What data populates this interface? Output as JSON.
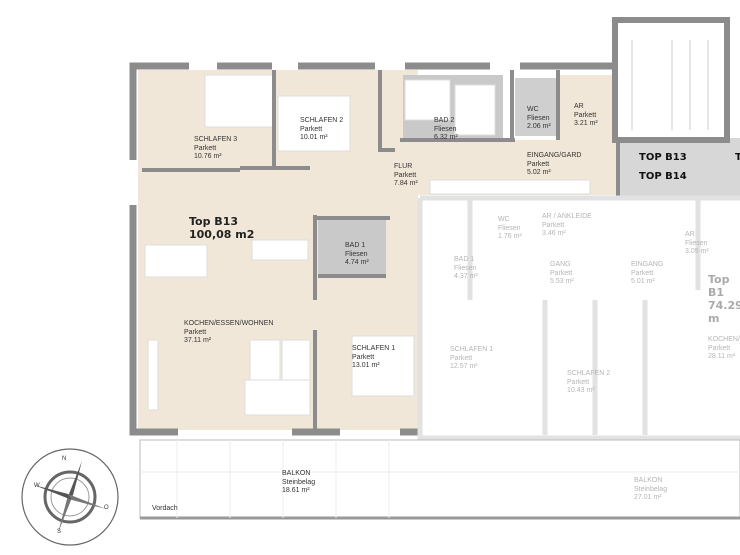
{
  "unit_b13": {
    "name": "Top B13",
    "area": "100,08 m2"
  },
  "unit_b14": {
    "name": "Top B1",
    "area": "74.29 m"
  },
  "entrance_tags": [
    "TOP B13",
    "TOP B14",
    "T"
  ],
  "rooms_b13": [
    {
      "name": "SCHLAFEN 3",
      "floor": "Parkett",
      "area": "10.76 m²"
    },
    {
      "name": "SCHLAFEN 2",
      "floor": "Parkett",
      "area": "10.01 m²"
    },
    {
      "name": "BAD 2",
      "floor": "Fliesen",
      "area": "6.32 m²"
    },
    {
      "name": "WC",
      "floor": "Fliesen",
      "area": "2.06 m²"
    },
    {
      "name": "AR",
      "floor": "Parkett",
      "area": "3.21 m²"
    },
    {
      "name": "FLUR",
      "floor": "Parkett",
      "area": "7.84 m²"
    },
    {
      "name": "EINGANG/GARD",
      "floor": "Parkett",
      "area": "5.02 m²"
    },
    {
      "name": "BAD 1",
      "floor": "Fliesen",
      "area": "4.74 m²"
    },
    {
      "name": "KOCHEN/ESSEN/WOHNEN",
      "floor": "Parkett",
      "area": "37.11 m²"
    },
    {
      "name": "SCHLAFEN 1",
      "floor": "Parkett",
      "area": "13.01 m²"
    },
    {
      "name": "BALKON",
      "floor": "Steinbelag",
      "area": "18.61 m²"
    }
  ],
  "rooms_b14": [
    {
      "name": "WC",
      "floor": "Fliesen",
      "area": "1.76 m²"
    },
    {
      "name": "AR / ANKLEIDE",
      "floor": "Parkett",
      "area": "3.46 m²"
    },
    {
      "name": "AR",
      "floor": "Fliesen",
      "area": "3.05 m²"
    },
    {
      "name": "BAD 1",
      "floor": "Fliesen",
      "area": "4.37 m²"
    },
    {
      "name": "GANG",
      "floor": "Parkett",
      "area": "5.53 m²"
    },
    {
      "name": "EINGANG",
      "floor": "Parkett",
      "area": "5.01 m²"
    },
    {
      "name": "KOCHEN/",
      "floor": "Parkett",
      "area": "28.11 m²"
    },
    {
      "name": "SCHLAFEN 1",
      "floor": "Parkett",
      "area": "12.57 m²"
    },
    {
      "name": "SCHLAFEN 2",
      "floor": "Parkett",
      "area": "10.43 m²"
    },
    {
      "name": "BALKON",
      "floor": "Steinbelag",
      "area": "27.01 m²"
    }
  ],
  "vordach": "Vordach",
  "compass": {
    "n": "N",
    "o": "O",
    "s": "S",
    "w": "W"
  },
  "colors": {
    "wall": "#8c8c8c",
    "wood": "#f1e7d8",
    "tile": "#c9c9c9",
    "faded_wall": "#e2e2e2"
  }
}
